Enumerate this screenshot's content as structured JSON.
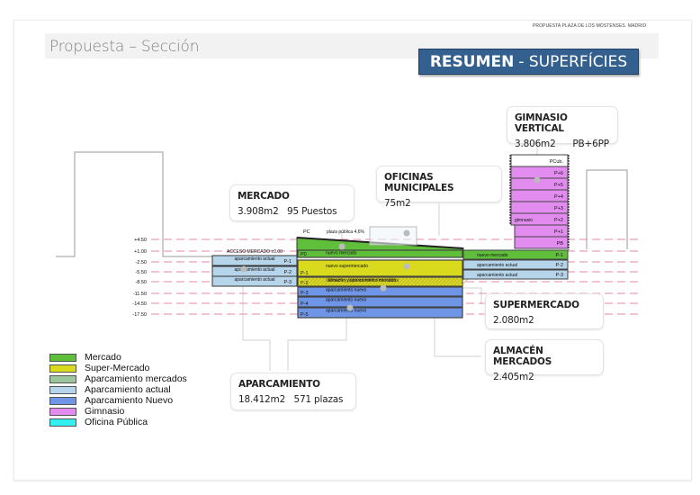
{
  "header": {
    "project_label": "PROPUESTA PLAZA DE LOS MOSTENSES. MADRID",
    "page_title": "Propuesta – Sección",
    "summary_banner": {
      "bold": "RESUMEN",
      "rest": "- SUPERFÍCIES"
    }
  },
  "colors": {
    "mercado": "#5fbf3a",
    "super_mercado": "#d9d91e",
    "aparcamiento_mercados": "#9cc79c",
    "aparcamiento_actual": "#b7d5ea",
    "aparcamiento_nuevo": "#6f95e6",
    "gimnasio": "#e38cf0",
    "oficina_publica": "#33f0f0",
    "banner": "#34608f",
    "level_line": "#e08aa8"
  },
  "levels": [
    "+4.50",
    "+1.00",
    "-2.50",
    "-5.50",
    "-8.50",
    "-11.50",
    "-14.50",
    "-17.50"
  ],
  "section_labels": {
    "acceso": "ACCESO MERCADO ±0.00",
    "plaza": "plaza pública 4,6%",
    "pc": "PC",
    "existing_parking": [
      {
        "label": "aparcamiento actual",
        "floor": "P-1"
      },
      {
        "label": "aparcamiento actual",
        "floor": "P-2"
      },
      {
        "label": "aparcamiento actual",
        "floor": "P-3"
      }
    ],
    "central": [
      {
        "label": "nuevo mercado",
        "floor": "P0"
      },
      {
        "label": "nuevo supermercado",
        "floor": "P-1"
      },
      {
        "label": "almacén y aparcamiento mercados",
        "floor": "P-2"
      },
      {
        "label": "aparcamiento nuevo",
        "floor": "P-3"
      },
      {
        "label": "aparcamiento nuevo",
        "floor": "P-4"
      },
      {
        "label": "aparcamiento nuevo",
        "floor": "P-5"
      }
    ],
    "right_block": [
      {
        "label": "nuevo mercado",
        "floor": "P-1"
      },
      {
        "label": "aparcamiento actual",
        "floor": "P-2"
      },
      {
        "label": "aparcamiento actual",
        "floor": "P-3"
      }
    ],
    "gym_floors": [
      "PCub.",
      "P+6",
      "P+5",
      "P+4",
      "P+3",
      "P+2",
      "P+1",
      "PB"
    ],
    "gym_label": "gimnasio"
  },
  "callouts": {
    "gimnasio": {
      "title": "GIMNASIO VERTICAL",
      "value": "3.806m2      PB+6PP"
    },
    "oficinas": {
      "title": "OFICINAS MUNICIPALES",
      "value": "75m2"
    },
    "mercado": {
      "title": "MERCADO",
      "value": "3.908m2   95 Puestos"
    },
    "supermercado": {
      "title": "SUPERMERCADO",
      "value": "2.080m2"
    },
    "almacen": {
      "title": "ALMACÉN MERCADOS",
      "value": "2.405m2"
    },
    "aparcamiento": {
      "title": "APARCAMIENTO",
      "value": "18.412m2   571 plazas"
    }
  },
  "legend": [
    {
      "label": "Mercado",
      "color": "#5fbf3a"
    },
    {
      "label": "Super-Mercado",
      "color": "#d9d91e"
    },
    {
      "label": "Aparcamiento mercados",
      "color": "#9cc79c"
    },
    {
      "label": "Aparcamiento actual",
      "color": "#b7d5ea"
    },
    {
      "label": "Aparcamiento Nuevo",
      "color": "#6f95e6"
    },
    {
      "label": "Gimnasio",
      "color": "#e38cf0"
    },
    {
      "label": "Oficina Pública",
      "color": "#33f0f0"
    }
  ]
}
